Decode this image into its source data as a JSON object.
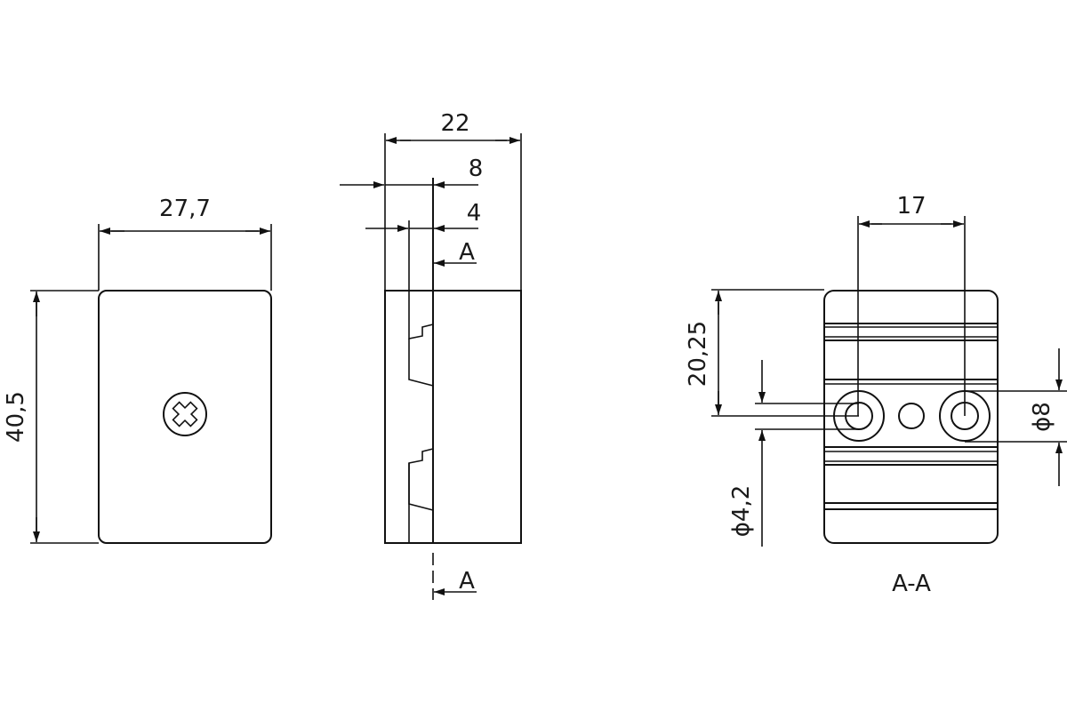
{
  "drawing": {
    "type": "technical-drawing",
    "views": {
      "front": {
        "name": "front-view",
        "dimensions": {
          "width": "27,7",
          "height": "40,5"
        }
      },
      "side": {
        "name": "side-view",
        "dimensions": {
          "overall_depth": "22",
          "offset_outer": "8",
          "offset_inner": "4"
        },
        "section_marker_top": "A",
        "section_marker_bottom": "A"
      },
      "section": {
        "name": "section-view",
        "title": "A-A",
        "dimensions": {
          "hole_spacing": "17",
          "hole_height": "20,25",
          "inner_diameter": "ϕ4,2",
          "outer_diameter": "ϕ8"
        }
      }
    },
    "colors": {
      "line": "#111111",
      "text": "#1a1a1a",
      "background": "#ffffff"
    }
  }
}
